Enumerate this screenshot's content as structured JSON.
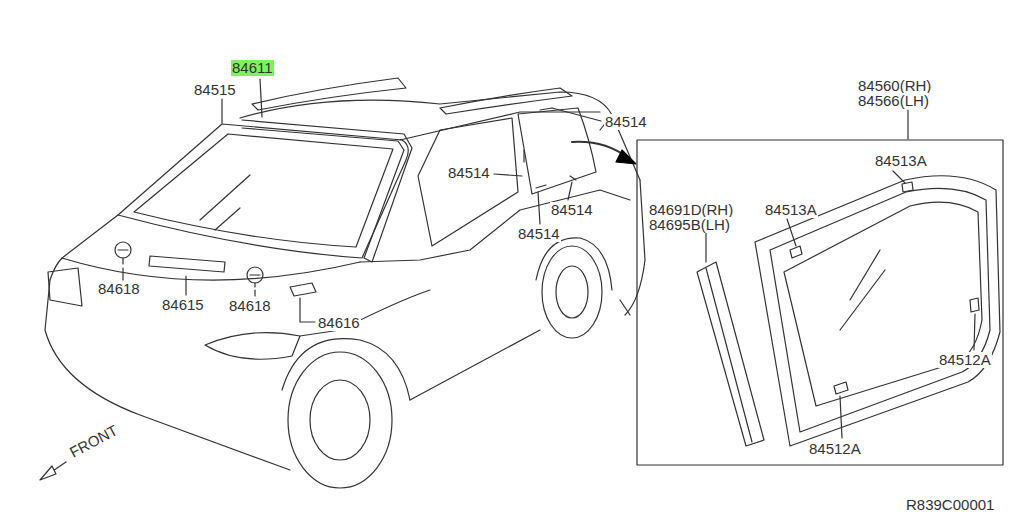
{
  "diagram": {
    "labels": [
      "84611",
      "84515",
      "84560(RH)",
      "84566(LH)",
      "84514",
      "84514",
      "84514",
      "84514",
      "84513A",
      "84691D(RH)",
      "84695B(LH)",
      "84513A",
      "84618",
      "84615",
      "84618",
      "84616",
      "84512A",
      "84512A",
      "FRONT",
      "R839C00001"
    ]
  }
}
